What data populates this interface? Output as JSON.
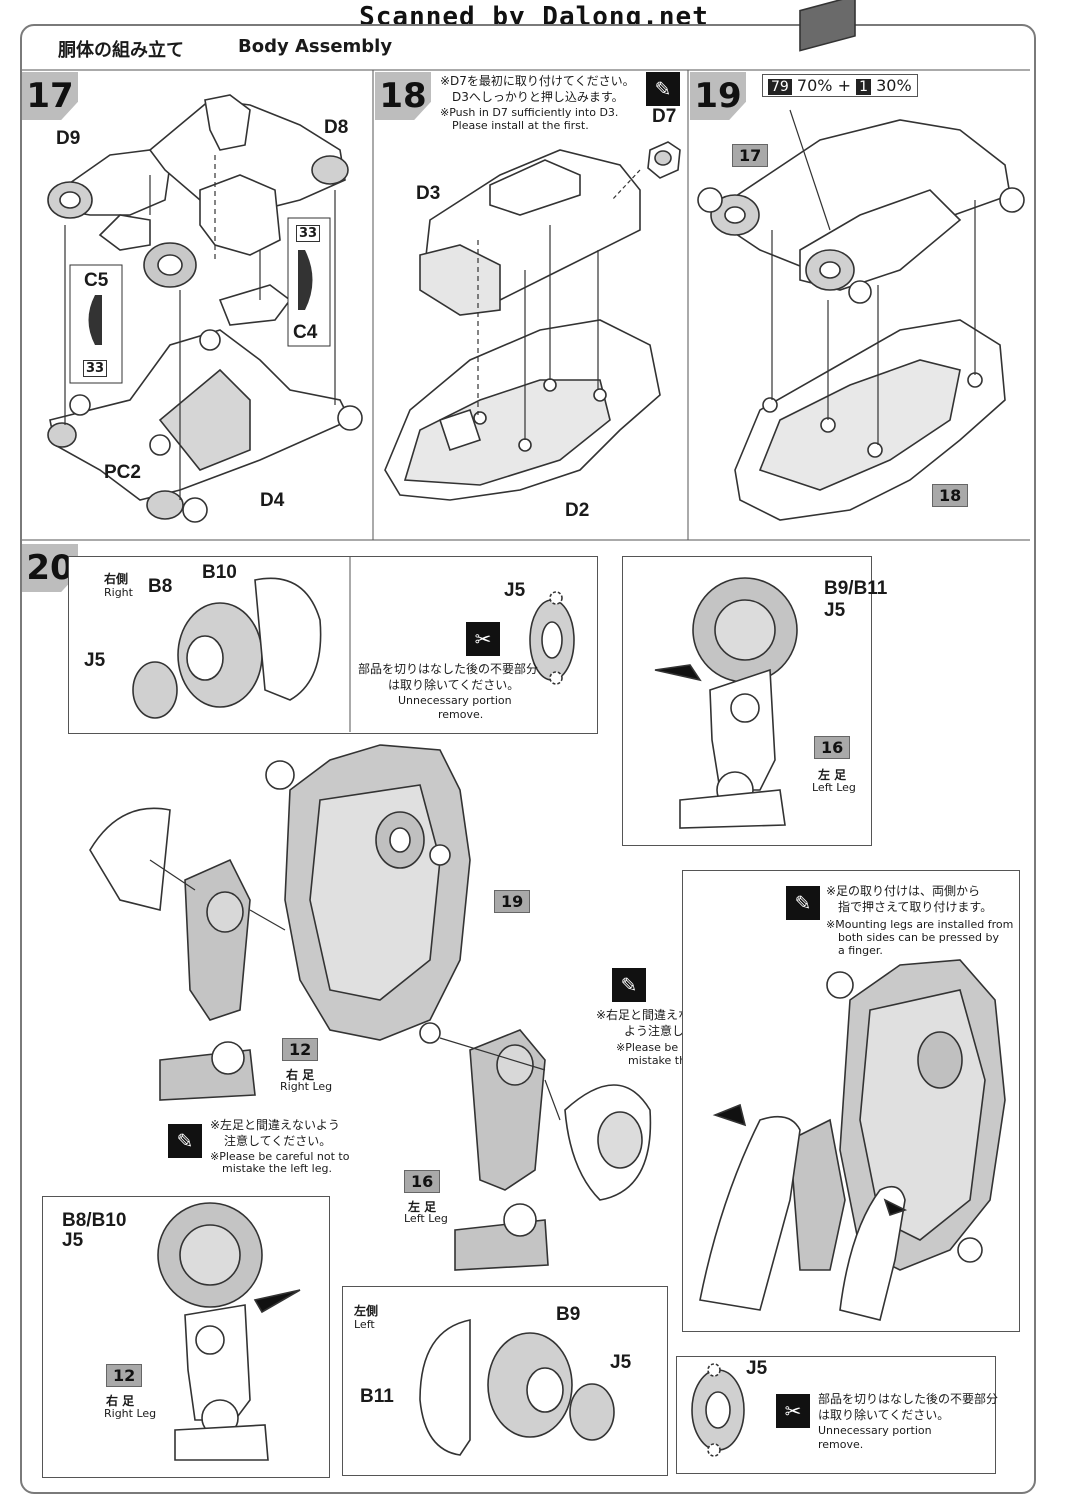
{
  "header": {
    "watermark": "Scanned by Dalong.net",
    "title_jp": "胴体の組み立て",
    "title_en": "Body Assembly"
  },
  "step17": {
    "number": "17",
    "parts": [
      "D9",
      "D8",
      "C5",
      "C4",
      "PC2",
      "D4"
    ],
    "sticker": "33"
  },
  "step18": {
    "number": "18",
    "note_jp_1": "※D7を最初に取り付けてください。",
    "note_jp_2": "D3へしっかりと押し込みます。",
    "note_en_1": "※Push in D7 sufficiently into D3.",
    "note_en_2": "Please install at the first.",
    "parts": [
      "D7",
      "D3",
      "D2"
    ]
  },
  "step19": {
    "number": "19",
    "paint_a": "79",
    "paint_a_pct": "70%",
    "plus": "+",
    "paint_b": "1",
    "paint_b_pct": "30%",
    "ref_top": "17",
    "ref_bottom": "18"
  },
  "step20": {
    "number": "20",
    "right_box": {
      "side_jp": "右側",
      "side_en": "Right",
      "parts": [
        "B8",
        "B10",
        "J5"
      ]
    },
    "gate_note_1": {
      "part": "J5",
      "jp_1": "部品を切りはなした後の不要部分",
      "jp_2": "は取り除いてください。",
      "en_1": "Unnecessary portion",
      "en_2": "remove."
    },
    "left_leg_box": {
      "parts_1": "B9/B11",
      "parts_2": "J5",
      "ref": "16",
      "label_jp": "左 足",
      "label_en": "Left Leg"
    },
    "main_ref": "19",
    "right_leg": {
      "ref": "12",
      "label_jp": "右 足",
      "label_en": "Right Leg"
    },
    "left_leg": {
      "ref": "16",
      "label_jp": "左 足",
      "label_en": "Left Leg"
    },
    "caution_left": {
      "jp_1": "※左足と間違えないよう",
      "jp_2": "注意してください。",
      "en_1": "※Please be careful not to",
      "en_2": "mistake the left leg."
    },
    "caution_right": {
      "jp_1": "※右足と間違えない",
      "jp_2": "よう注意してください。",
      "en_1": "※Please be careful not to",
      "en_2": "mistake the right leg."
    },
    "mount_note": {
      "jp_1": "※足の取り付けは、両側から",
      "jp_2": "指で押さえて取り付けます。",
      "en_1": "※Mounting legs are installed from",
      "en_2": "both sides can be pressed by",
      "en_3": "a finger."
    },
    "right_leg_box": {
      "parts_1": "B8/B10",
      "parts_2": "J5",
      "ref": "12",
      "label_jp": "右 足",
      "label_en": "Right Leg"
    },
    "left_box": {
      "side_jp": "左側",
      "side_en": "Left",
      "parts": [
        "B9",
        "J5",
        "B11"
      ]
    },
    "gate_note_2": {
      "part": "J5",
      "jp_1": "部品を切りはなした後の不要部分",
      "jp_2": "は取り除いてください。",
      "en_1": "Unnecessary portion",
      "en_2": "remove."
    }
  },
  "colors": {
    "gray_part": "#c4c4c4",
    "line": "#333333",
    "badge": "#a9a9a9"
  }
}
